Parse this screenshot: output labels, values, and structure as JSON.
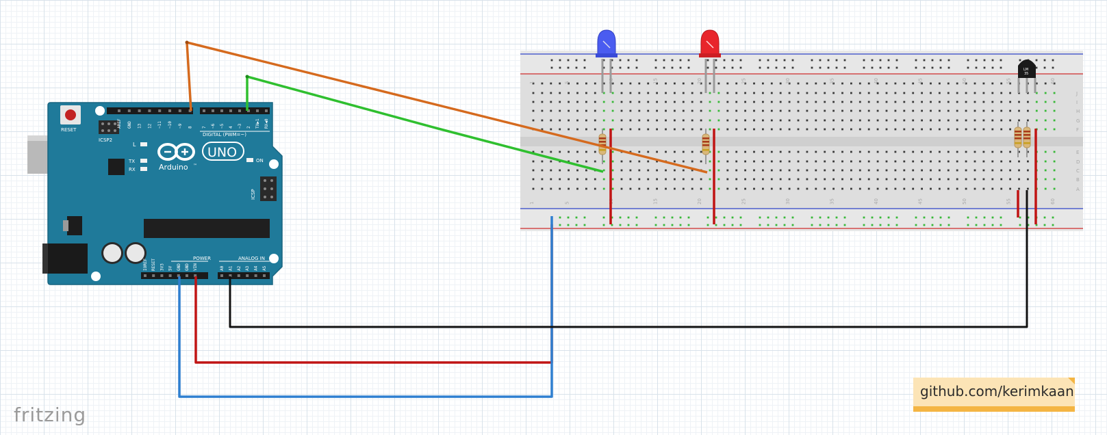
{
  "app": {
    "logo_text": "fritzing"
  },
  "arduino": {
    "model": "UNO",
    "brand": "Arduino",
    "brand_suffix": "™",
    "reset_label": "RESET",
    "icsp2_label": "ICSP2",
    "icsp_label": "ICSP",
    "led_l": "L",
    "led_tx": "TX",
    "led_rx": "RX",
    "on_label": "ON",
    "digital_header": "DIGITAL (PWM=~)",
    "power_header": "POWER",
    "analog_header": "ANALOG IN",
    "digital_pins_left": [
      "AREF",
      "GND",
      "13",
      "12",
      "~11",
      "~10",
      "~9",
      "8"
    ],
    "digital_pins_right": [
      "7",
      "~6",
      "~5",
      "4",
      "~3",
      "2",
      "TX▶1",
      "RX◀0"
    ],
    "power_pins": [
      "IOREF",
      "RESET",
      "3V3",
      "5V",
      "GND",
      "GND",
      "VIN"
    ],
    "analog_pins": [
      "A0",
      "A1",
      "A2",
      "A3",
      "A4",
      "A5"
    ]
  },
  "breadboard": {
    "column_numbers": [
      "1",
      "5",
      "10",
      "15",
      "20",
      "25",
      "30",
      "35",
      "40",
      "45",
      "50",
      "55",
      "60"
    ],
    "row_letters_top": [
      "J",
      "I",
      "H",
      "G",
      "F"
    ],
    "row_letters_bottom": [
      "E",
      "D",
      "C",
      "B",
      "A"
    ]
  },
  "components": {
    "temp_sensor_label": "LM\n35",
    "led_blue_color": "#4a5cf0",
    "led_red_color": "#e8252b"
  },
  "colors": {
    "board": "#1f7a9a",
    "wire_orange": "#d56a1e",
    "wire_green": "#2fbf2f",
    "wire_red": "#c01414",
    "wire_blue": "#2e7fd0",
    "wire_black": "#111111"
  },
  "note": {
    "text": "github.com/kerimkaan"
  }
}
